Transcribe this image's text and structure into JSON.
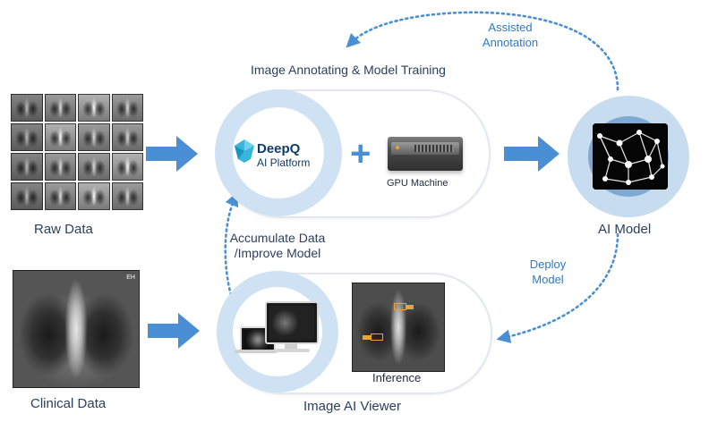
{
  "labels": {
    "assisted_annotation": "Assisted\nAnnotation",
    "training_title": "Image Annotating & Model Training",
    "raw_data": "Raw Data",
    "clinical_data": "Clinical Data",
    "ai_model": "AI Model",
    "deploy_model": "Deploy\nModel",
    "accumulate": "Accumulate Data\n/Improve Model",
    "gpu_machine": "GPU Machine",
    "inference": "Inference",
    "image_ai_viewer": "Image AI Viewer"
  },
  "platform": {
    "brand": "DeepQ",
    "sub": "AI Platform"
  },
  "clinical_tag": "EH",
  "colors": {
    "accent_blue": "#4a8fd3",
    "ring_blue": "#cfe2f3",
    "text_dark": "#2b3f5c",
    "text_blue": "#2f78c4",
    "bbox_orange": "#f0a32a"
  }
}
